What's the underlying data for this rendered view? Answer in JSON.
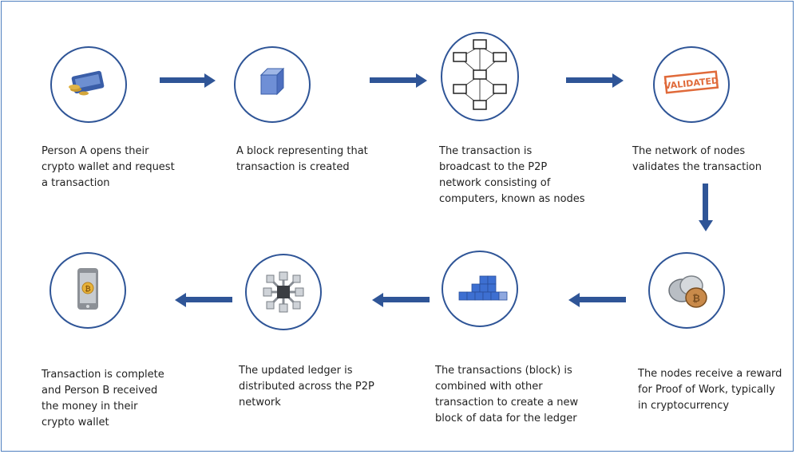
{
  "steps": [
    {
      "id": "open-wallet",
      "text": "Person A opens their\ncrypto wallet and request\na transaction"
    },
    {
      "id": "block-created",
      "text": "A block representing that\ntransaction is created"
    },
    {
      "id": "broadcast",
      "text": "The transaction is\nbroadcast to the P2P\nnetwork consisting of\ncomputers, known as nodes"
    },
    {
      "id": "validate",
      "text": "The network of nodes\nvalidates the transaction"
    },
    {
      "id": "reward",
      "text": "The nodes receive a reward\nfor Proof of Work, typically\nin cryptocurrency"
    },
    {
      "id": "combine",
      "text": "The transactions (block) is\ncombined with other\ntransaction to create a new\nblock of data for the ledger"
    },
    {
      "id": "distribute",
      "text": "The updated ledger is\ndistributed across the P2P\nnetwork"
    },
    {
      "id": "complete",
      "text": "Transaction is complete\nand Person B received\nthe money in their\ncrypto wallet"
    }
  ],
  "stamp_text": "VALIDATED",
  "colors": {
    "circle_border": "#2f5597",
    "arrow": "#2f5597",
    "stamp": "#e06a3a",
    "frame": "#4f7fbf"
  }
}
